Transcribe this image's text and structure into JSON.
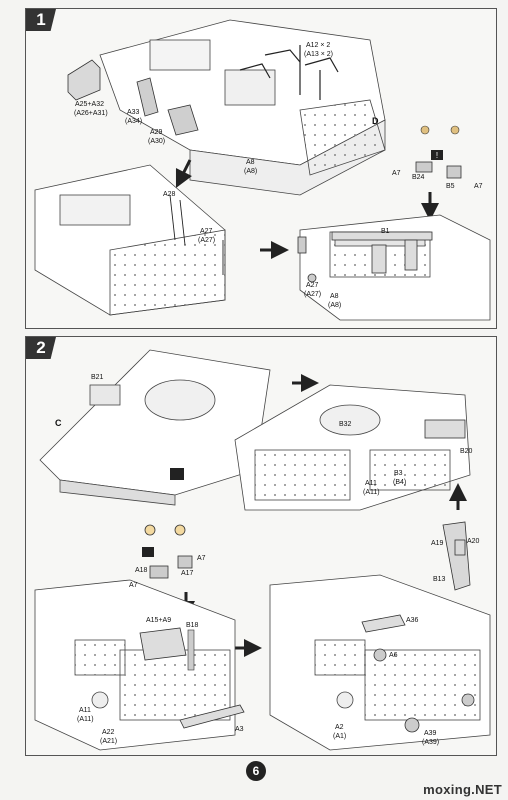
{
  "steps": [
    {
      "number": "1"
    },
    {
      "number": "2"
    }
  ],
  "step1": {
    "labels": {
      "a12": "A12 × 2",
      "a13": "(A13 × 2)",
      "a25": "A25+A32",
      "a26": "(A26+A31)",
      "a33": "A33",
      "a34": "(A34)",
      "a29": "A29",
      "a30": "(A30)",
      "d": "D",
      "a8": "A8",
      "a8b": "(A8)",
      "a7a": "A7",
      "b24": "B24",
      "b5": "B5",
      "a7b": "A7",
      "a28": "A28",
      "a27": "A27",
      "a27b": "(A27)",
      "b1": "B1",
      "a27c": "A27",
      "a27d": "(A27)",
      "a8c": "A8",
      "a8d": "(A8)"
    }
  },
  "step2": {
    "labels": {
      "b21": "B21",
      "c": "C",
      "b32": "B32",
      "a11": "A11",
      "a11b": "(A11)",
      "b3": "B3",
      "b4": "(B4)",
      "b20": "B20",
      "a19": "A19",
      "a20": "A20",
      "b13": "B13",
      "a7a": "A7",
      "a18": "A18",
      "a17": "A17",
      "a7b": "A7",
      "a15": "A15+A9",
      "b18": "B18",
      "a11c": "A11",
      "a11d": "(A11)",
      "a22": "A22",
      "a21": "(A21)",
      "a3": "A3",
      "a36": "A36",
      "a6": "A6",
      "a2": "A2",
      "a1": "(A1)",
      "a39": "A39",
      "a39b": "(A39)"
    }
  },
  "page_number": "6",
  "watermark": "moxing.NET"
}
